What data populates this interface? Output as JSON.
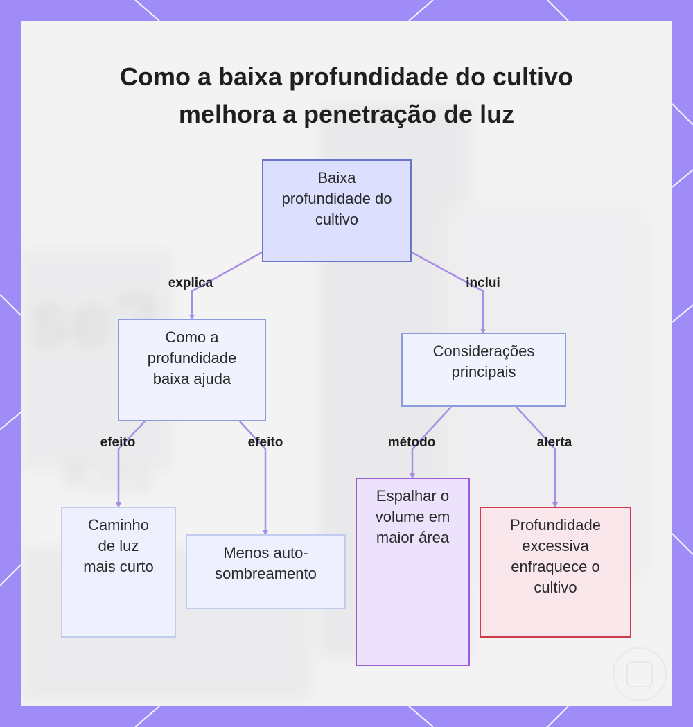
{
  "title": {
    "line1": "Como a baixa profundidade do cultivo",
    "line2": "melhora a penetração de luz"
  },
  "nodes": {
    "root": "Baixa profundidade do cultivo",
    "how": "Como a profundidade baixa ajuda",
    "considerations": "Considerações principais",
    "shorter_path": "Caminho de luz mais curto",
    "less_shading": "Menos auto- sombreamento",
    "spread_volume": "Espalhar o volume em maior área",
    "excess_depth": "Profundidade excessiva enfraquece o cultivo"
  },
  "edges": {
    "explains": "explica",
    "includes": "inclui",
    "effect_1": "efeito",
    "effect_2": "efeito",
    "method": "método",
    "warning": "alerta"
  },
  "colors": {
    "frame": "#a08cf6",
    "card": "#f3f3f4",
    "connector": "#a98ee6",
    "root_fill": "#dcdffd",
    "method_border": "#9a5ed4",
    "warning_border": "#cf3a4c"
  }
}
